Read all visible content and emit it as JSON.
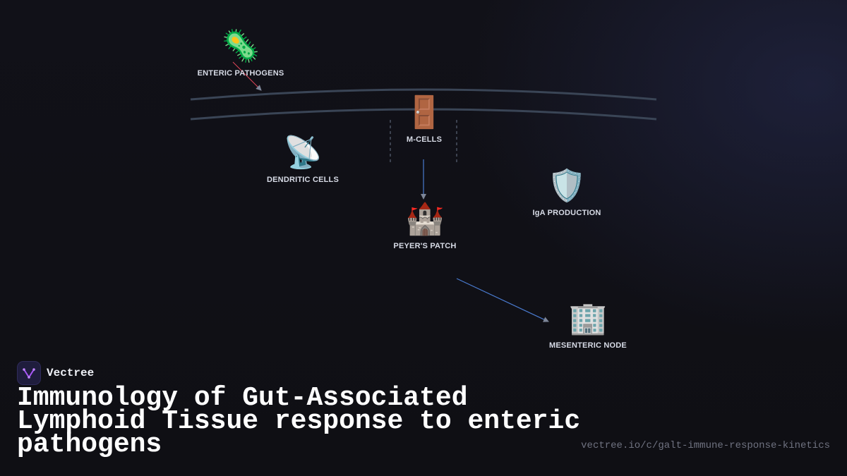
{
  "diagram": {
    "nodes": [
      {
        "id": "enteric_pathogens",
        "label": "ENTERIC PATHOGENS",
        "icon": "microbe-icon",
        "glyph": "🦠"
      },
      {
        "id": "m_cells",
        "label": "M-CELLS",
        "icon": "door-icon",
        "glyph": "🚪"
      },
      {
        "id": "dendritic_cells",
        "label": "DENDRITIC CELLS",
        "icon": "satellite-antenna-icon",
        "glyph": "📡"
      },
      {
        "id": "peyers_patch",
        "label": "PEYER'S PATCH",
        "icon": "castle-icon",
        "glyph": "🏰"
      },
      {
        "id": "iga_production",
        "label": "IgA PRODUCTION",
        "icon": "shield-icon",
        "glyph": "🛡️"
      },
      {
        "id": "mesenteric_node",
        "label": "MESENTERIC NODE",
        "icon": "office-building-icon",
        "glyph": "🏢"
      }
    ],
    "edges": [
      {
        "from": "enteric_pathogens",
        "to": "m_cells",
        "color": "#e0455a"
      },
      {
        "from": "m_cells",
        "to": "peyers_patch",
        "color": "#4a7bd0"
      },
      {
        "from": "peyers_patch",
        "to": "mesenteric_node",
        "color": "#4a7bd0"
      }
    ],
    "colors": {
      "epithelium": "#3a4556",
      "label": "#d7dbe6",
      "arrowhead": "#7d8698"
    }
  },
  "brand": {
    "name": "Vectree",
    "logo_icon": "vectree-logo-icon",
    "logo_color": "#a855f7"
  },
  "title": "Immunology of Gut-Associated Lymphoid Tissue response to enteric pathogens",
  "url": "vectree.io/c/galt-immune-response-kinetics"
}
